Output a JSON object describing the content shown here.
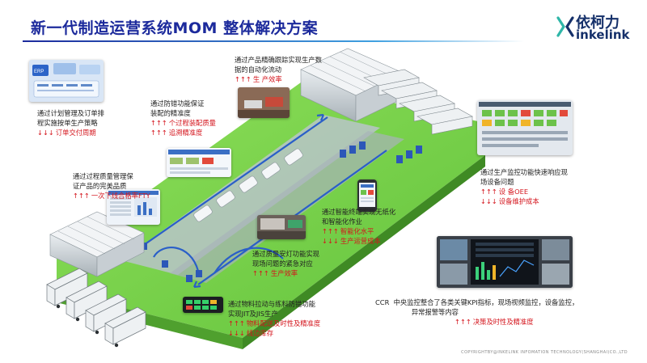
{
  "header": {
    "title": "新一代制造运营系统MOM   整体解决方案",
    "logo_cn": "依柯力",
    "logo_en": "inkelink"
  },
  "colors": {
    "title": "#1c2a9c",
    "metric": "#d4141c",
    "floor": "#7ed64a",
    "floor_dark": "#5fb83a",
    "line": "#2a5fc8"
  },
  "erp_panel": {
    "badge": "ERP"
  },
  "callouts": {
    "plan": {
      "desc": "通过计划管理及订单排\n程实施按单生产策略",
      "metrics": [
        {
          "arrows": "↓↓↓",
          "text": "订单交付周期"
        }
      ]
    },
    "errorproof": {
      "desc": "通过防错功能保证\n装配的精准度",
      "metrics": [
        {
          "arrows": "↑↑↑",
          "text": "个过程装配质量"
        },
        {
          "arrows": "↑↑↑",
          "text": "追溯精准度"
        }
      ]
    },
    "tracking": {
      "desc": "通过产品精确跟踪实现生产数\n据的自动化流动",
      "metrics": [
        {
          "arrows": "↑↑↑",
          "text": "生 产效率"
        }
      ]
    },
    "quality": {
      "desc": "通过过程质量管理保\n证产品的完美品质",
      "metrics": [
        {
          "arrows": "↑↑↑",
          "text": "一次下线合格率FTY"
        }
      ]
    },
    "monitor": {
      "desc": "通过生产监控功能快速响应现\n场设备问题",
      "metrics": [
        {
          "arrows": "↑↑↑",
          "text": "设 备OEE"
        },
        {
          "arrows": "↓↓↓",
          "text": "设备维护成本"
        }
      ]
    },
    "terminal": {
      "desc": "通过智能终端实现无纸化\n和智能化作业",
      "metrics": [
        {
          "arrows": "↑↑↑",
          "text": "智能化水平"
        },
        {
          "arrows": "↓↓↓",
          "text": "生产运营成本"
        }
      ]
    },
    "andon": {
      "desc": "通过质量安灯功能实现\n现场问题的紧急对应",
      "metrics": [
        {
          "arrows": "↑↑↑",
          "text": "生产效率"
        }
      ]
    },
    "material": {
      "desc": "通过物料拉动与练料防错功能\n实现JIT及JIS生产",
      "metrics": [
        {
          "arrows": "↑↑↑",
          "text": "物料配送及时性及精准度"
        },
        {
          "arrows": "↓↓↓",
          "text": "线边库存"
        }
      ]
    },
    "ccr": {
      "desc": "CCR  中央监控整合了各类关键KPI指标，现场视频监控，设备监控，\n                 异常报警等内容",
      "metrics": [
        {
          "arrows": "↑↑↑",
          "text": "决策及时性及精准度"
        }
      ]
    }
  },
  "footer": "COPYRIGHTBY@INKELINK    INFOMATION    TECHNOLOGY(SHANGHAI)CO.,LTD"
}
